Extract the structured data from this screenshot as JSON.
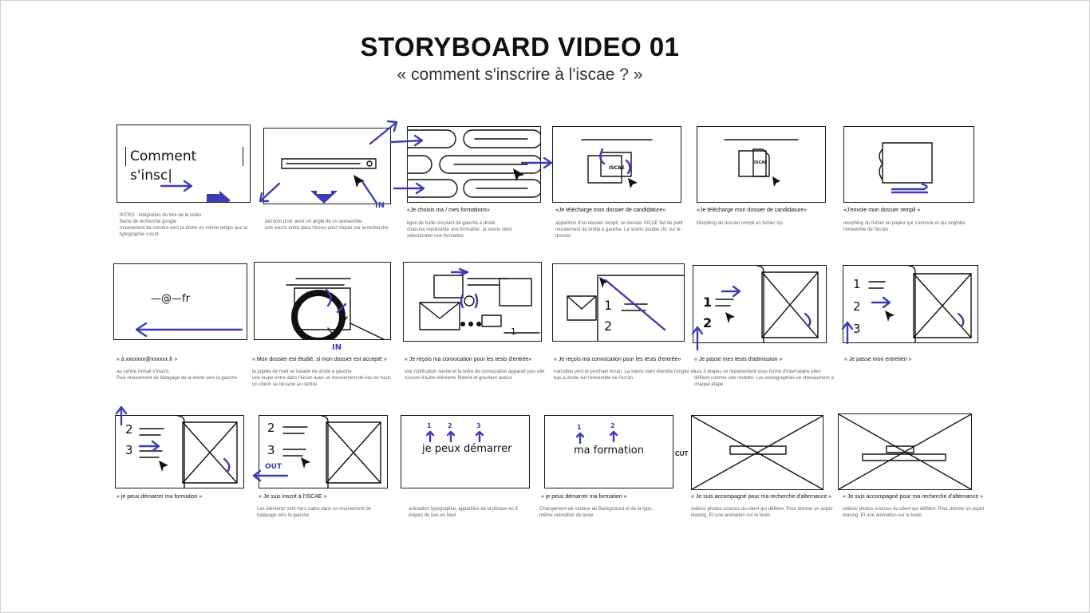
{
  "header": {
    "title": "STORYBOARD VIDEO 01",
    "subtitle": "« comment s'inscrire à l'iscae ? »"
  },
  "frames": [
    {
      "caption": "",
      "description": "INTRO : intégration du titre de la vidéo\nBarre de recherche google\nmouvement de caméra vers la droite en même temps que la typographie s'écrit.",
      "screen_text": "Comment s'insc|",
      "annotation": ""
    },
    {
      "caption": "",
      "description": "dézoom pour avoir un angle de vu sensemble\nune souris entre dans l'écran pour cliquer sur la recherche",
      "screen_text": "",
      "annotation": "IN"
    },
    {
      "caption": "«Je choisis ma / mes formations»",
      "description": "ligne de bulle circulant de gauche à droite\nchacune représente une formation, la souris vient sélectionner une formation",
      "screen_text": "",
      "annotation": ""
    },
    {
      "caption": "«Je télécharge mon dossier de candidature»",
      "description": "apparition d'un dossier rempli, ce dossier ISCAE fait de petit mouvement de droite à gauche. La souris double clic sur le dossier.",
      "screen_text": "ISCAE",
      "annotation": ""
    },
    {
      "caption": "«Je télécharge mon dossier de candidature»",
      "description": "Morphing du dossier rempli en fichier zip.",
      "screen_text": "ISCAE",
      "annotation": ""
    },
    {
      "caption": "«J'envoie mon dossier rempli »",
      "description": "morphing du fichier en papier qui s'enroule et qui englobe l'ensemble de l'écran",
      "screen_text": "",
      "annotation": ""
    },
    {
      "caption": "« à xxxxxxx@xxxxxx.fr »",
      "description": "au centre l'email s'inscrit.\nPuis mouvement de balayage de la droite vers la gauche",
      "screen_text": "—@—fr",
      "annotation": ""
    },
    {
      "caption": "« Mon dossier est étudié, si mon dossier est accepté »",
      "description": "la pupille de l'oeil se balade de droite à gauche\nune loupe entre dans l'écran avec un mouvement de bas en haut, un check se dessine au centre.",
      "screen_text": "",
      "annotation": "IN"
    },
    {
      "caption": "« Je reçois ma convocation pour les tests d'entrée»",
      "description": "une notification sonne et la lettre de convocation apparait puis elle s'ouvre d'autre éléments flottent et gravitent autour",
      "screen_text": "1",
      "annotation": ""
    },
    {
      "caption": "« Je reçois ma convocation pour les tests d'entrée»",
      "description": "transition vers le prochain écran. La souris vient étendre l'onglet en bas à droite sur l'ensemble de l'écran.",
      "screen_text": "",
      "annotation": ""
    },
    {
      "caption": "« Je passe mes tests d'admission »",
      "description": "Les 3 étapes se représentent sous forme d'intercalaire elles défilent comme une roulette. Les iconographies se chevauchent à chaque étape",
      "screen_text": "",
      "annotation": ""
    },
    {
      "caption": "« Je passe mon entretien »",
      "description": "",
      "screen_text": "",
      "annotation": ""
    },
    {
      "caption": "« je peux démarrer ma formation »",
      "description": "",
      "screen_text": "",
      "annotation": ""
    },
    {
      "caption": "« Je suis inscrit à l'ISCAE »",
      "description": "Les éléments vont hors cadre dans un mouvement de balayage vers la gauche",
      "screen_text": "",
      "annotation": "OUT"
    },
    {
      "caption": "",
      "description": "animation typographie, apparition de la phrase en 3 étapes de bas en haut",
      "screen_text": "je peux démarrer",
      "annotation": ""
    },
    {
      "caption": "« je peux démarrer ma formation »",
      "description": "Changement de couleur du Background et de la typo, même animation de texte",
      "screen_text": "ma formation",
      "annotation": ""
    },
    {
      "caption": "« Je suis accompagné pour ma recherche d'alternance »",
      "description": "vidéos/ photos sources du client qui défilent. Pour donner un aspet teasing. Et une animation sur le texte.",
      "screen_text": "",
      "annotation": ""
    },
    {
      "caption": "« Je suis accompagné pour ma recherche d'alternance »",
      "description": "vidéos/ photos sources du client qui défilent. Pour donner un aspet teasing. Et une animation sur le texte.",
      "screen_text": "",
      "annotation": ""
    }
  ],
  "labels": {
    "cut": "CUT"
  },
  "colors": {
    "ink": "#3d3db3",
    "pen": "#111111",
    "background": "#ffffff"
  }
}
